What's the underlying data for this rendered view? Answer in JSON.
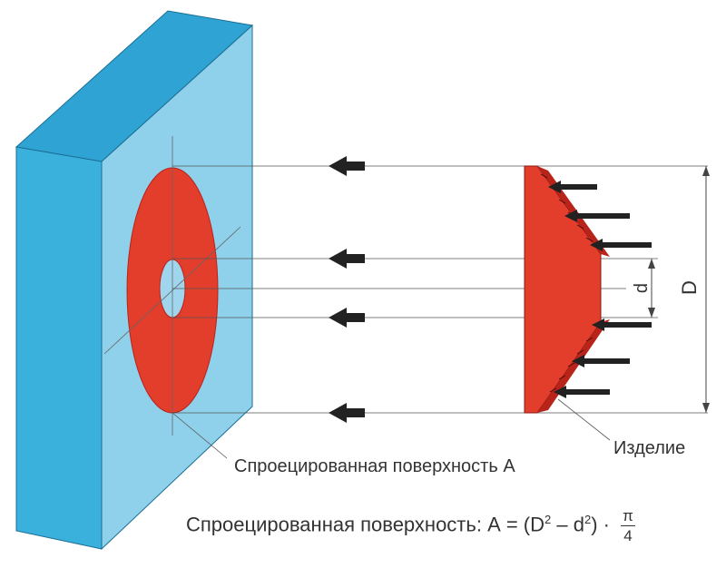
{
  "labels": {
    "projected_area": "Спроецированная поверхность А",
    "workpiece": "Изделие",
    "dim_d": "d",
    "dim_D": "D"
  },
  "formula": {
    "prefix": "Спроецированная поверхность: А = (D",
    "exp1": "2",
    "minus": " – d",
    "exp2": "2",
    "close": ") · ",
    "numerator": "π",
    "denominator": "4"
  },
  "colors": {
    "plate_front": "#7fc9e6",
    "plate_side": "#3ab0dc",
    "plate_top": "#2fa4d4",
    "red": "#e33d2c",
    "red_dark": "#b8241a",
    "arrow": "#222222",
    "line": "#555555"
  },
  "icons": [
    "arrow-left-icon"
  ]
}
